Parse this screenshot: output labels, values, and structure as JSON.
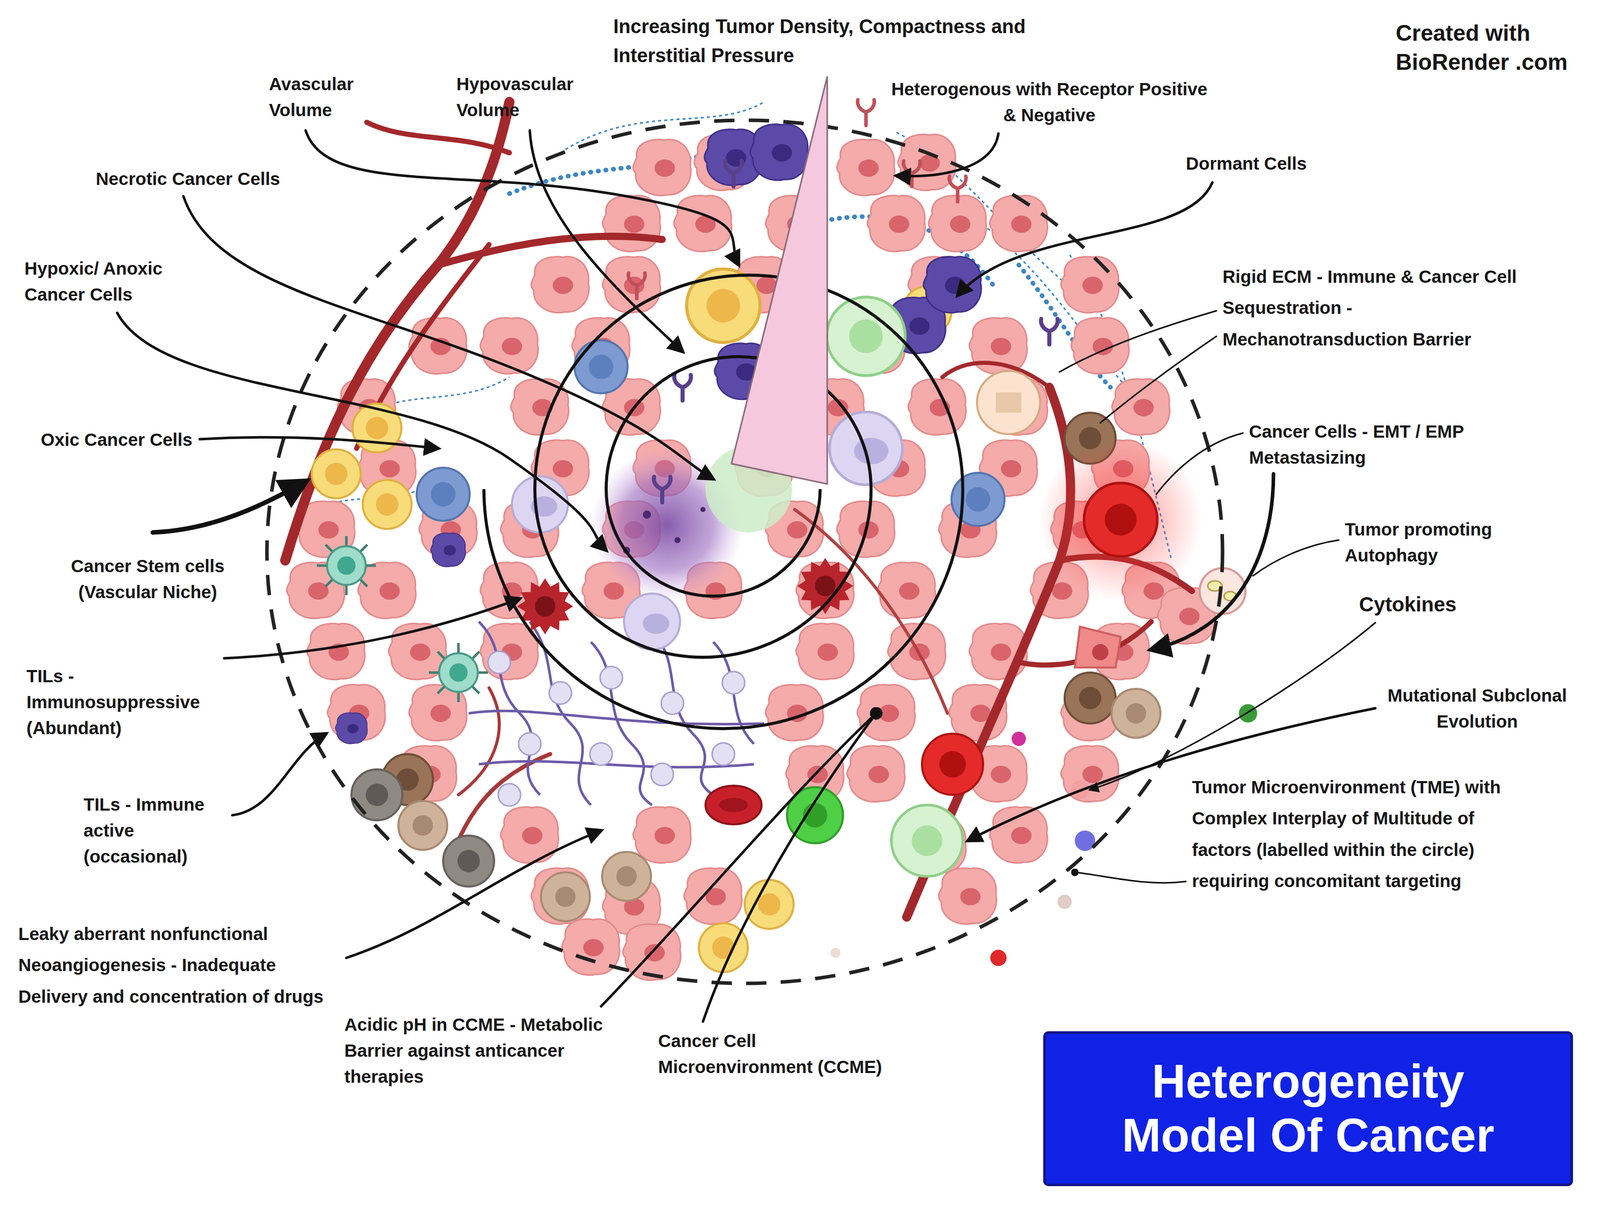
{
  "diagram": {
    "nodes": [
      {
        "text": [
          "Heterogeneity Model Of Cancer"
        ]
      }
    ],
    "labels": [
      "Increasing Tumor Density, Compactness and Interstitial Pressure",
      "Created with BioRender .com",
      "Avascular Volume",
      "Hypovascular Volume",
      "Heterogenous with Receptor Positive & Negative",
      "Dormant Cells",
      "Necrotic Cancer Cells",
      "Hypoxic/ Anoxic Cancer Cells",
      "Rigid ECM - Immune & Cancer Cell Sequestration - Mechanotransduction Barrier",
      "Oxic Cancer Cells",
      "Cancer Cells - EMT / EMP Metastasizing",
      "Cancer Stem cells (Vascular Niche)",
      "Tumor promoting Autophagy",
      "Cytokines",
      "TILs - Immunosuppressive (Abundant)",
      "Mutational Subclonal Evolution",
      "TILs - Immune active (occasional)",
      "Tumor Microenvironment (TME) with Complex Interplay of Multitude of factors (labelled within the circle) requiring concomitant targeting",
      "Leaky aberrant nonfunctional Neoangiogenesis - Inadequate Delivery and concentration of drugs",
      "Acidic pH in CCME - Metabolic Barrier against anticancer therapies",
      "Cancer Cell Microenvironment (CCME)"
    ]
  }
}
